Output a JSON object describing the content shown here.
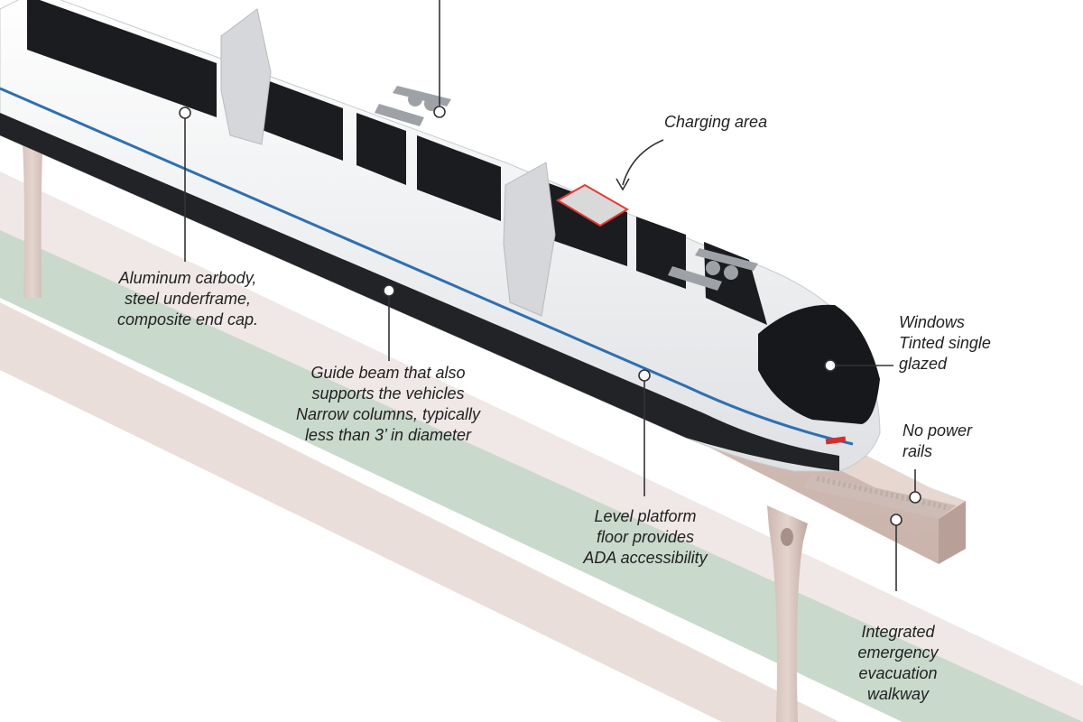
{
  "labels": {
    "charging_area": "Charging area",
    "carbody": [
      "Aluminum carbody,",
      "steel underframe,",
      "composite end cap."
    ],
    "guide_beam": [
      "Guide beam that also",
      "supports the vehicles",
      "Narrow columns, typically",
      "less than 3’ in diameter"
    ],
    "windows": [
      "Windows",
      "Tinted single",
      "glazed"
    ],
    "no_power_rails": [
      "No power",
      "rails"
    ],
    "level_platform": [
      "Level platform",
      "floor provides",
      "ADA accessibility"
    ],
    "walkway": [
      "Integrated",
      "emergency",
      "evacuation",
      "walkway"
    ]
  },
  "colors": {
    "train_body": "#f2f3f4",
    "train_window": "#1b1c1f",
    "stripe": "#2f6fb0",
    "beam": "#d8c4bd",
    "ground_green": "#c9d9cc",
    "charging_area": "#e53935",
    "leader": "#333333"
  }
}
